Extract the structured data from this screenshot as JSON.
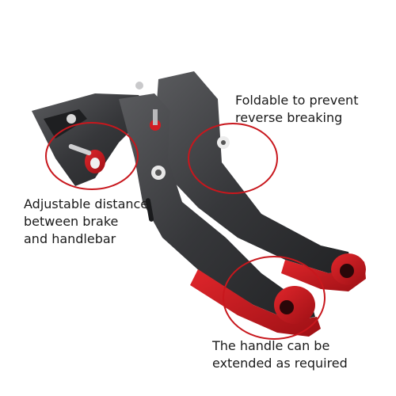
{
  "callouts": {
    "foldable": {
      "line1": "Foldable to prevent",
      "line2": "reverse breaking"
    },
    "adjustable": {
      "line1": "Adjustable distance",
      "line2": "between brake",
      "line3": "and handlebar"
    },
    "extendable": {
      "line1": "The handle can be",
      "line2": "extended as required"
    }
  },
  "colors": {
    "lever_body": "#3a3b3d",
    "accent_red": "#c8171d",
    "callout_circle": "#c8171d",
    "text": "#1a1a1a"
  }
}
